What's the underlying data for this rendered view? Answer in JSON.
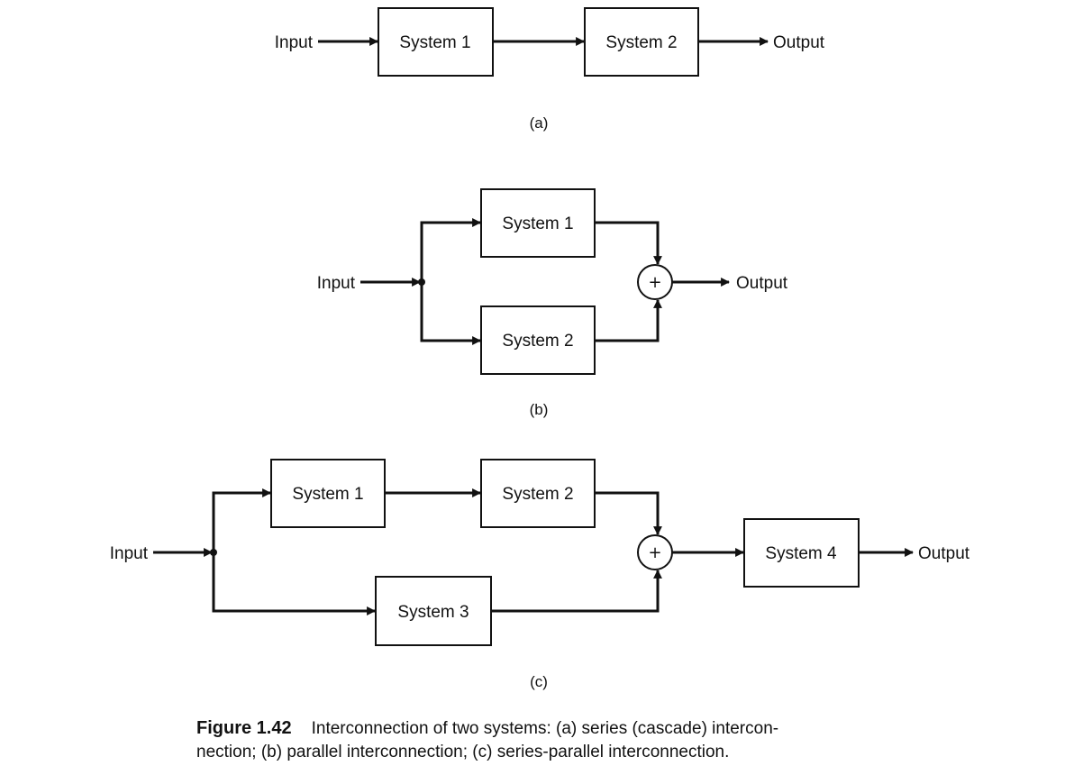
{
  "colors": {
    "ink": "#111111",
    "background": "#ffffff"
  },
  "panel_a": {
    "input_label": "Input",
    "system1": "System 1",
    "system2": "System 2",
    "output_label": "Output",
    "sublabel": "(a)"
  },
  "panel_b": {
    "input_label": "Input",
    "system1": "System 1",
    "system2": "System 2",
    "sum_symbol": "+",
    "output_label": "Output",
    "sublabel": "(b)"
  },
  "panel_c": {
    "input_label": "Input",
    "system1": "System 1",
    "system2": "System 2",
    "system3": "System 3",
    "system4": "System 4",
    "sum_symbol": "+",
    "output_label": "Output",
    "sublabel": "(c)"
  },
  "caption": {
    "figure_label": "Figure 1.42",
    "text_line1": "Interconnection of two systems: (a) series (cascade) intercon-",
    "text_line2": "nection; (b) parallel interconnection; (c) series-parallel interconnection."
  }
}
